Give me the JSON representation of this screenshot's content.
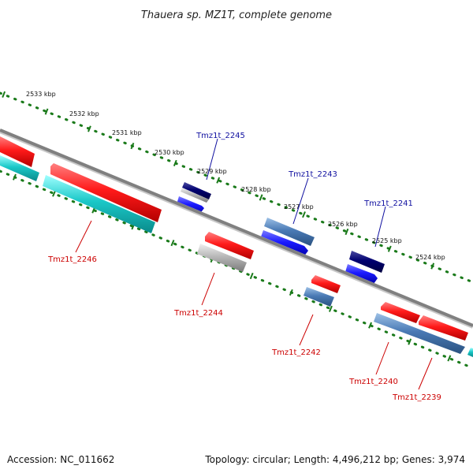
{
  "title": "Thauera sp. MZ1T, complete genome",
  "accession": "Accession: NC_011662",
  "topology": "Topology: circular; Length: 4,496,212 bp; Genes: 3,974",
  "colors": {
    "backbone": "#808080",
    "ticks": "#1a7a1a",
    "forward_label": "#1010a0",
    "reverse_label": "#cc0000",
    "red": "#ff1a1a",
    "blue": "#1a1aff",
    "navy": "#000070",
    "steel": "#4a7ab5",
    "cyan": "#1ac8c8",
    "grey": "#b8b8b8"
  },
  "tick_labels": [
    "2533 kbp",
    "2532 kbp",
    "2531 kbp",
    "2530 kbp",
    "2529 kbp",
    "2528 kbp",
    "2527 kbp",
    "2526 kbp",
    "2525 kbp",
    "2524 kbp"
  ],
  "gene_labels": {
    "tmz2245": "Tmz1t_2245",
    "tmz2243": "Tmz1t_2243",
    "tmz2241": "Tmz1t_2241",
    "tmz2246": "Tmz1t_2246",
    "tmz2244": "Tmz1t_2244",
    "tmz2242": "Tmz1t_2242",
    "tmz2240": "Tmz1t_2240",
    "tmz2239": "Tmz1t_2239"
  }
}
